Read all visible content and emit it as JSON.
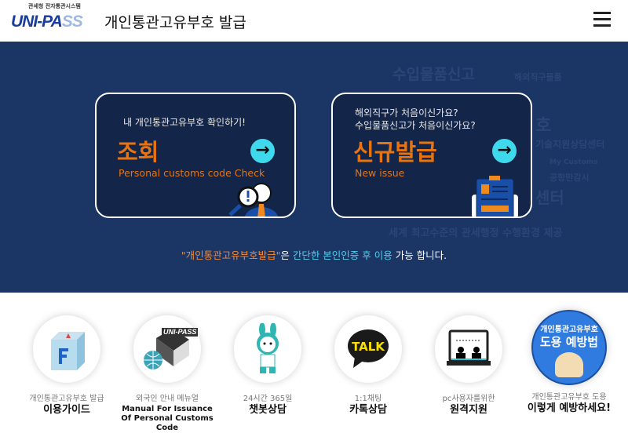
{
  "header": {
    "logo_sub": "관세청 전자통관시스템",
    "logo_main": "UNI-PA",
    "logo_tail": "SS",
    "title": "개인통관고유부호 발급"
  },
  "hero": {
    "watermarks": [
      "수입물품신고",
      "해외직구물품",
      "호",
      "기술지원상담센터",
      "My Customs",
      "공항만감시",
      "센터",
      "세계 최고수준의 관세행정 수행환경 제공"
    ],
    "cards": [
      {
        "question": "내 개인통관고유부호 확인하기!",
        "title": "조회",
        "subtitle": "Personal customs code Check"
      },
      {
        "question": "해외직구가 처음이신가요?",
        "question2": "수입물품신고가 처음이신가요?",
        "title": "신규발급",
        "subtitle": "New issue"
      }
    ],
    "notice": {
      "part1": "\"개인통관고유부호발급\"",
      "part2": "은 ",
      "part3": "간단한 본인인증 후 이용",
      "part4": " 가능 합니다."
    }
  },
  "services": [
    {
      "sub": "개인통관고유부호 발급",
      "main": "이용가이드",
      "icon": "faq-cube-icon"
    },
    {
      "sub": "외국인 안내 메뉴얼",
      "main": "Manual For Issuance Of Personal Customs Code",
      "icon": "manual-book-icon",
      "badge": "UNI-PASS"
    },
    {
      "sub": "24시간 365일",
      "main": "챗봇상담",
      "icon": "chatbot-rabbit-icon"
    },
    {
      "sub": "1:1채팅",
      "main": "카톡상담",
      "icon": "kakaotalk-icon",
      "badge": "TALK"
    },
    {
      "sub": "pc사용자를위한",
      "main": "원격지원",
      "icon": "remote-support-icon"
    },
    {
      "sub": "개인통관고유부호 도용",
      "main": "이렇게 예방하세요!",
      "icon": "theft-prevention-icon",
      "badge": "개인통관고유부호",
      "badge2": "도용 예방법"
    }
  ],
  "colors": {
    "hero": "#1b3664",
    "accent": "#e8740f",
    "cyan": "#3fd9ee"
  }
}
